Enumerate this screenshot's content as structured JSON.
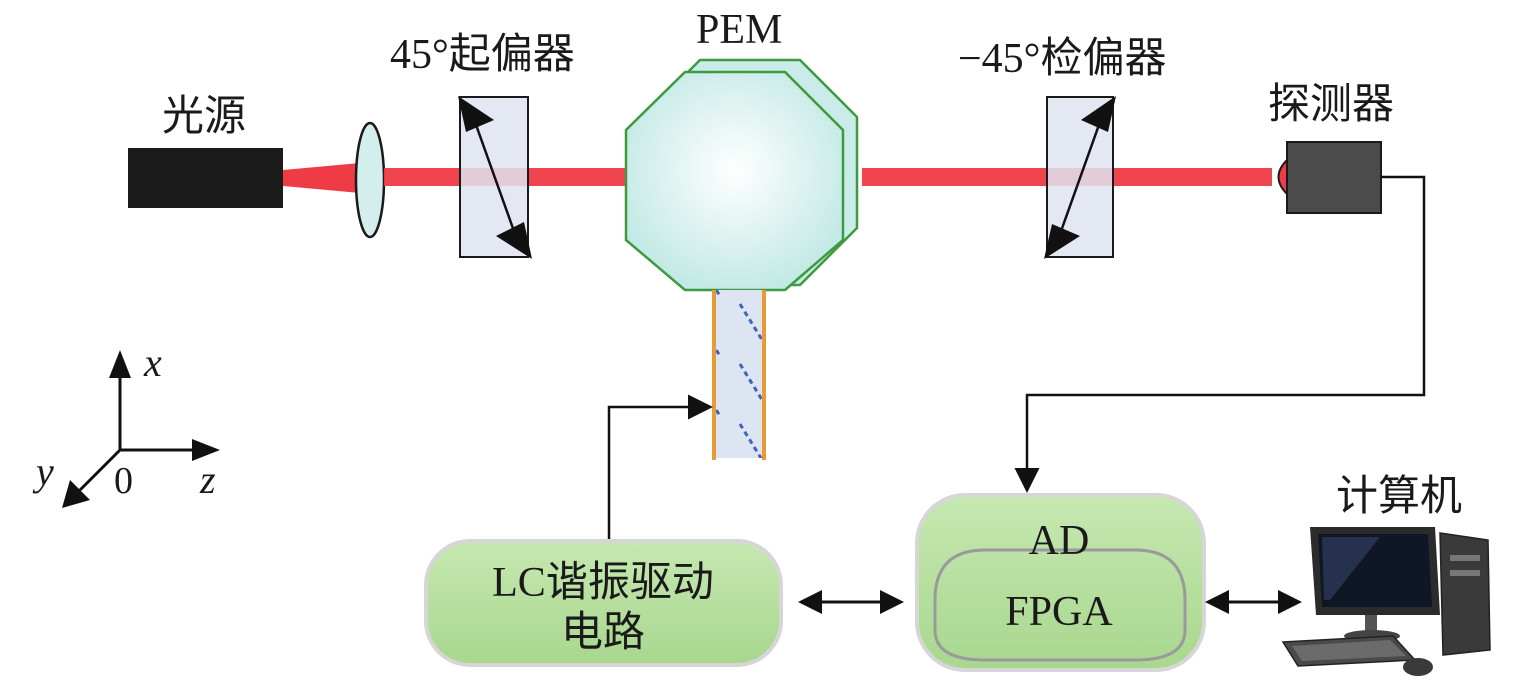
{
  "labels": {
    "light_source": "光源",
    "polarizer": "45°起偏器",
    "pem": "PEM",
    "analyzer": "−45°检偏器",
    "detector": "探测器",
    "computer": "计算机",
    "lc_driver_line1": "LC谐振驱动",
    "lc_driver_line2": "电路",
    "ad": "AD",
    "fpga": "FPGA"
  },
  "axes": {
    "x": "x",
    "y": "y",
    "z": "z",
    "origin": "0"
  },
  "colors": {
    "beam": "#ef3b45",
    "source_body": "#1b1b1b",
    "lens_fill": "#d4eeee",
    "polarizer_fill": "#dfe4f1",
    "pem_fill": "#c9ecea",
    "pem_stroke": "#3f9a3f",
    "transducer_stripe": "#e89a36",
    "transducer_hatch": "#3e63b8",
    "module_fill": "#b6df9e",
    "module_stroke": "#cfcfcf",
    "detector_body": "#4b4b4b"
  },
  "icons": {
    "computer": "desktop-computer-icon"
  }
}
